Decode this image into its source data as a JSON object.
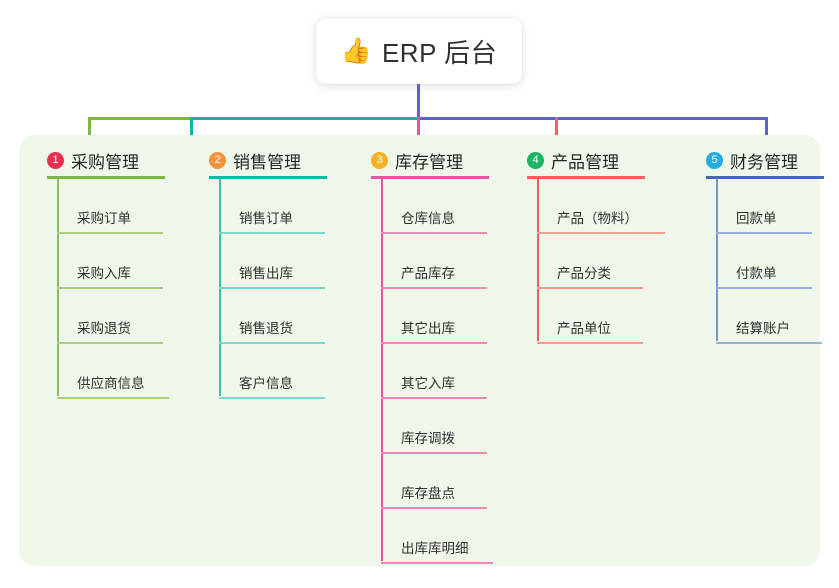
{
  "title": {
    "icon": "thumbs-up-icon",
    "icon_glyph": "👍",
    "text": "ERP 后台"
  },
  "colors": {
    "page_background": "#ffffff",
    "panel_background": "#eef7e9",
    "title_card_background": "#ffffff",
    "title_text": "#2f3033",
    "bus_left_green": "#7cb83f",
    "bus_mid_teal": "#11b5a4",
    "bus_right_blue": "#5a63c8",
    "drop_col1": "#7cb83f",
    "drop_col2": "#11b5a4",
    "drop_col3": "#e8539e",
    "drop_col4": "#f2605a",
    "drop_col5": "#5a63c8"
  },
  "columns": [
    {
      "index": "1",
      "badge_number": "1",
      "badge_color": "#e8304f",
      "title": "采购管理",
      "rule_color": "#7cb83f",
      "leaf_rule_color": "#a8d07a",
      "spine_color": "#8cc055",
      "items": [
        {
          "label": "采购订单"
        },
        {
          "label": "采购入库"
        },
        {
          "label": "采购退货"
        },
        {
          "label": "供应商信息"
        }
      ]
    },
    {
      "index": "2",
      "badge_number": "2",
      "badge_color": "#f5923e",
      "title": "销售管理",
      "rule_color": "#11b5a4",
      "leaf_rule_color": "#7fd4cb",
      "spine_color": "#3bc0b2",
      "items": [
        {
          "label": "销售订单"
        },
        {
          "label": "销售出库"
        },
        {
          "label": "销售退货"
        },
        {
          "label": "客户信息"
        }
      ]
    },
    {
      "index": "3",
      "badge_number": "3",
      "badge_color": "#f5b324",
      "title": "库存管理",
      "rule_color": "#e8539e",
      "leaf_rule_color": "#eb88b8",
      "spine_color": "#e8539e",
      "items": [
        {
          "label": "仓库信息"
        },
        {
          "label": "产品库存"
        },
        {
          "label": "其它出库"
        },
        {
          "label": "其它入库"
        },
        {
          "label": "库存调拨"
        },
        {
          "label": "库存盘点"
        },
        {
          "label": "出库库明细"
        }
      ]
    },
    {
      "index": "4",
      "badge_number": "4",
      "badge_color": "#1cb563",
      "title": "产品管理",
      "rule_color": "#f2605a",
      "leaf_rule_color": "#f79a90",
      "spine_color": "#f2605a",
      "items": [
        {
          "label": "产品（物料）"
        },
        {
          "label": "产品分类"
        },
        {
          "label": "产品单位"
        }
      ]
    },
    {
      "index": "5",
      "badge_number": "5",
      "badge_color": "#22aee0",
      "title": "财务管理",
      "rule_color": "#4a63bd",
      "leaf_rule_color": "#9bafe0",
      "spine_color": "#7f94d6",
      "items": [
        {
          "label": "回款单"
        },
        {
          "label": "付款单"
        },
        {
          "label": "结算账户"
        }
      ]
    }
  ]
}
